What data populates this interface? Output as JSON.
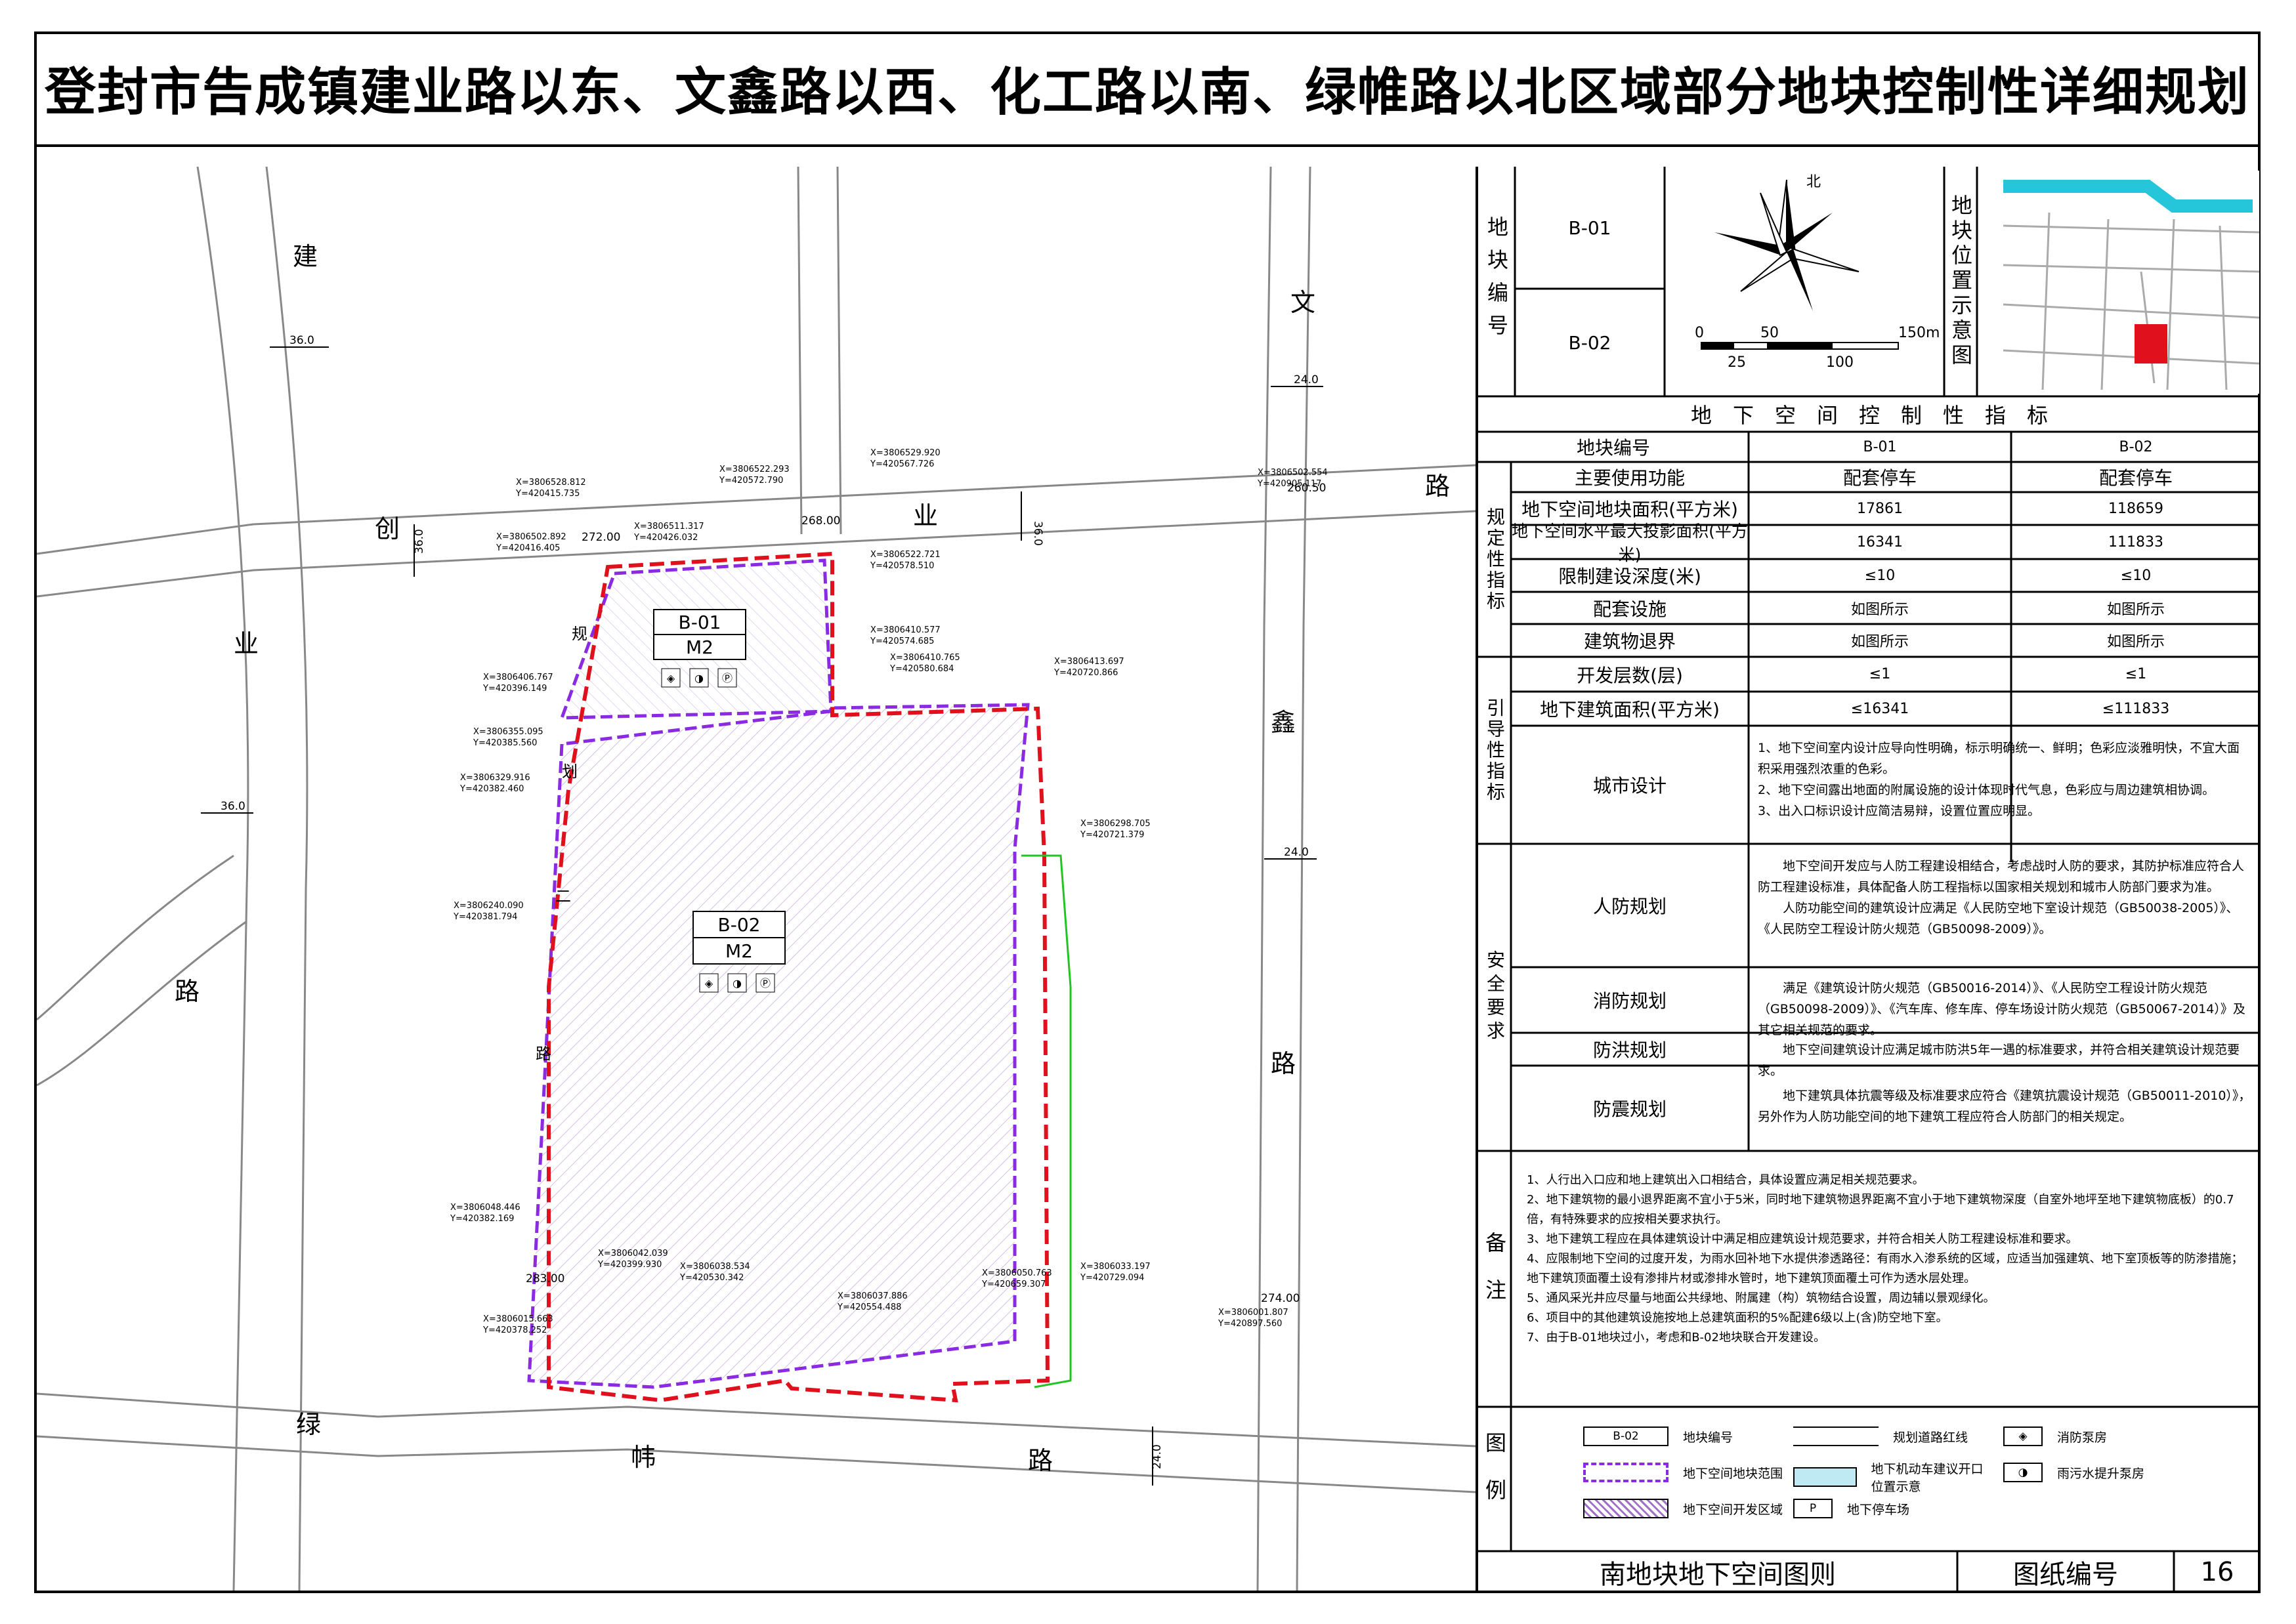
{
  "title": "登封市告成镇建业路以东、文鑫路以西、化工路以南、绿帷路以北区域部分地块控制性详细规划",
  "map": {
    "roads": {
      "jianye": [
        "建",
        "业",
        "路"
      ],
      "chuangye": [
        "创",
        "业",
        "路"
      ],
      "wenxin": [
        "文",
        "鑫",
        "路"
      ],
      "lvwei": [
        "绿",
        "帏",
        "路"
      ],
      "plan_road": [
        "规",
        "划",
        "二",
        "路"
      ]
    },
    "widths": {
      "w1": "36.0",
      "w2": "36.0",
      "w3": "36.0",
      "w4": "24.0",
      "w5": "24.0",
      "w6": "24.0",
      "w7": "36.0"
    },
    "elevations": {
      "e1": "272.00",
      "e2": "268.00",
      "e3": "260.50",
      "e4": "283.00",
      "e5": "274.00"
    },
    "plots": [
      {
        "code": "B-01",
        "type": "M2"
      },
      {
        "code": "B-02",
        "type": "M2"
      }
    ],
    "coords": [
      "X=3806528.812",
      "Y=420415.735",
      "X=3806522.293",
      "Y=420572.790",
      "X=3806529.920",
      "Y=420567.726",
      "X=3806511.317",
      "Y=420426.032",
      "X=3806502.892",
      "Y=420416.405",
      "X=3806522.721",
      "Y=420578.510",
      "X=3806410.577",
      "Y=420574.685",
      "X=3806410.765",
      "Y=420580.684",
      "X=3806413.697",
      "Y=420720.866",
      "X=3806502.554",
      "Y=420905.117",
      "X=3806406.767",
      "Y=420396.149",
      "X=3806355.095",
      "Y=420385.560",
      "X=3806329.916",
      "Y=420382.460",
      "X=3806298.705",
      "Y=420721.379",
      "X=3806240.090",
      "Y=420381.794",
      "X=3806048.446",
      "Y=420382.169",
      "X=3806042.039",
      "Y=420399.930",
      "X=3806038.534",
      "Y=420530.342",
      "X=3806050.763",
      "Y=420659.307",
      "X=3806033.197",
      "Y=420729.094",
      "X=3806037.886",
      "Y=420554.488",
      "X=3806015.663",
      "Y=420378.252",
      "X=3806001.807",
      "Y=420897.560"
    ]
  },
  "panel": {
    "plot_code_label": [
      "地",
      "块",
      "编",
      "号"
    ],
    "plot_codes": [
      "B-01",
      "B-02"
    ],
    "north": "北",
    "scale": {
      "t0": "0",
      "t50": "50",
      "t150": "150m",
      "t25": "25",
      "t100": "100"
    },
    "location_label": [
      "地",
      "块",
      "位",
      "置",
      "示",
      "意",
      "图"
    ],
    "table_title": "地　下　空　间　控　制　性　指　标",
    "header": {
      "name": "地块编号",
      "b01": "B-01",
      "b02": "B-02"
    },
    "group_rules": [
      "规",
      "定",
      "性",
      "指",
      "标"
    ],
    "group_guide": [
      "引",
      "导",
      "性",
      "指",
      "标"
    ],
    "group_safety": [
      "安",
      "全",
      "要",
      "求"
    ],
    "rows": [
      {
        "name": "主要使用功能",
        "b01": "配套停车",
        "b02": "配套停车"
      },
      {
        "name": "地下空间地块面积(平方米)",
        "b01": "17861",
        "b02": "118659"
      },
      {
        "name": "地下空间水平最大投影面积(平方米)",
        "b01": "16341",
        "b02": "111833"
      },
      {
        "name": "限制建设深度(米)",
        "b01": "≤10",
        "b02": "≤10"
      },
      {
        "name": "配套设施",
        "b01": "如图所示",
        "b02": "如图所示"
      },
      {
        "name": "建筑物退界",
        "b01": "如图所示",
        "b02": "如图所示"
      },
      {
        "name": "开发层数(层)",
        "b01": "≤1",
        "b02": "≤1"
      },
      {
        "name": "地下建筑面积(平方米)",
        "b01": "≤16341",
        "b02": "≤111833"
      }
    ],
    "urban_design": {
      "name": "城市设计",
      "lines": [
        "1、地下空间室内设计应导向性明确，标示明确统一、鲜明；色彩应淡雅明快，不宜大面积采用强烈浓重的色彩。",
        "2、地下空间露出地面的附属设施的设计体现时代气息，色彩应与周边建筑相协调。",
        "3、出入口标识设计应简洁易辩，设置位置应明显。"
      ]
    },
    "civil_defense": {
      "name": "人防规划",
      "lines": [
        "　　地下空间开发应与人防工程建设相结合，考虑战时人防的要求，其防护标准应符合人防工程建设标准，具体配备人防工程指标以国家相关规划和城市人防部门要求为准。",
        "　　人防功能空间的建筑设计应满足《人民防空地下室设计规范（GB50038-2005）》、《人民防空工程设计防火规范（GB50098-2009）》。"
      ]
    },
    "fire": {
      "name": "消防规划",
      "lines": [
        "　　满足《建筑设计防火规范（GB50016-2014）》、《人民防空工程设计防火规范（GB50098-2009）》、《汽车库、修车库、停车场设计防火规范（GB50067-2014）》及其它相关规范的要求。"
      ]
    },
    "flood": {
      "name": "防洪规划",
      "lines": [
        "　　地下空间建筑设计应满足城市防洪5年一遇的标准要求，并符合相关建筑设计规范要求。"
      ]
    },
    "seismic": {
      "name": "防震规划",
      "lines": [
        "　　地下建筑具体抗震等级及标准要求应符合《建筑抗震设计规范（GB50011-2010）》，另外作为人防功能空间的地下建筑工程应符合人防部门的相关规定。"
      ]
    },
    "notes_label": [
      "备",
      "注"
    ],
    "notes": [
      "1、人行出入口应和地上建筑出入口相结合，具体设置应满足相关规范要求。",
      "2、地下建筑物的最小退界距离不宜小于5米，同时地下建筑物退界距离不宜小于地下建筑物深度（自室外地坪至地下建筑物底板）的0.7倍，有特殊要求的应按相关要求执行。",
      "3、地下建筑工程应在具体建筑设计中满足相应建筑设计规范要求，并符合相关人防工程建设标准和要求。",
      "4、应限制地下空间的过度开发，为雨水回补地下水提供渗透路径：有雨水入渗系统的区域，应适当加强建筑、地下室顶板等的防渗措施；地下建筑顶面覆土设有渗排片材或渗排水管时，地下建筑顶面覆土可作为透水层处理。",
      "5、通风采光井应尽量与地面公共绿地、附属建（构）筑物结合设置，周边辅以景观绿化。",
      "6、项目中的其他建筑设施按地上总建筑面积的5%配建6级以上(含)防空地下室。",
      "7、由于B-01地块过小，考虑和B-02地块联合开发建设。"
    ],
    "legend_label": [
      "图",
      "例"
    ],
    "legend": [
      {
        "sample": "B-02",
        "label": "地块编号"
      },
      {
        "sample": "",
        "label": "规划道路红线"
      },
      {
        "sample": "",
        "label": "消防泵房"
      },
      {
        "sample": "",
        "label": "地下空间地块范围"
      },
      {
        "sample": "",
        "label": "地下机动车建议开口位置示意"
      },
      {
        "sample": "",
        "label": "雨污水提升泵房"
      },
      {
        "sample": "",
        "label": "地下空间开发区域"
      },
      {
        "sample": "P",
        "label": "地下停车场"
      }
    ],
    "footer": {
      "name": "南地块地下空间图则",
      "drawing_label": "图纸编号",
      "drawing_no": "16"
    }
  }
}
